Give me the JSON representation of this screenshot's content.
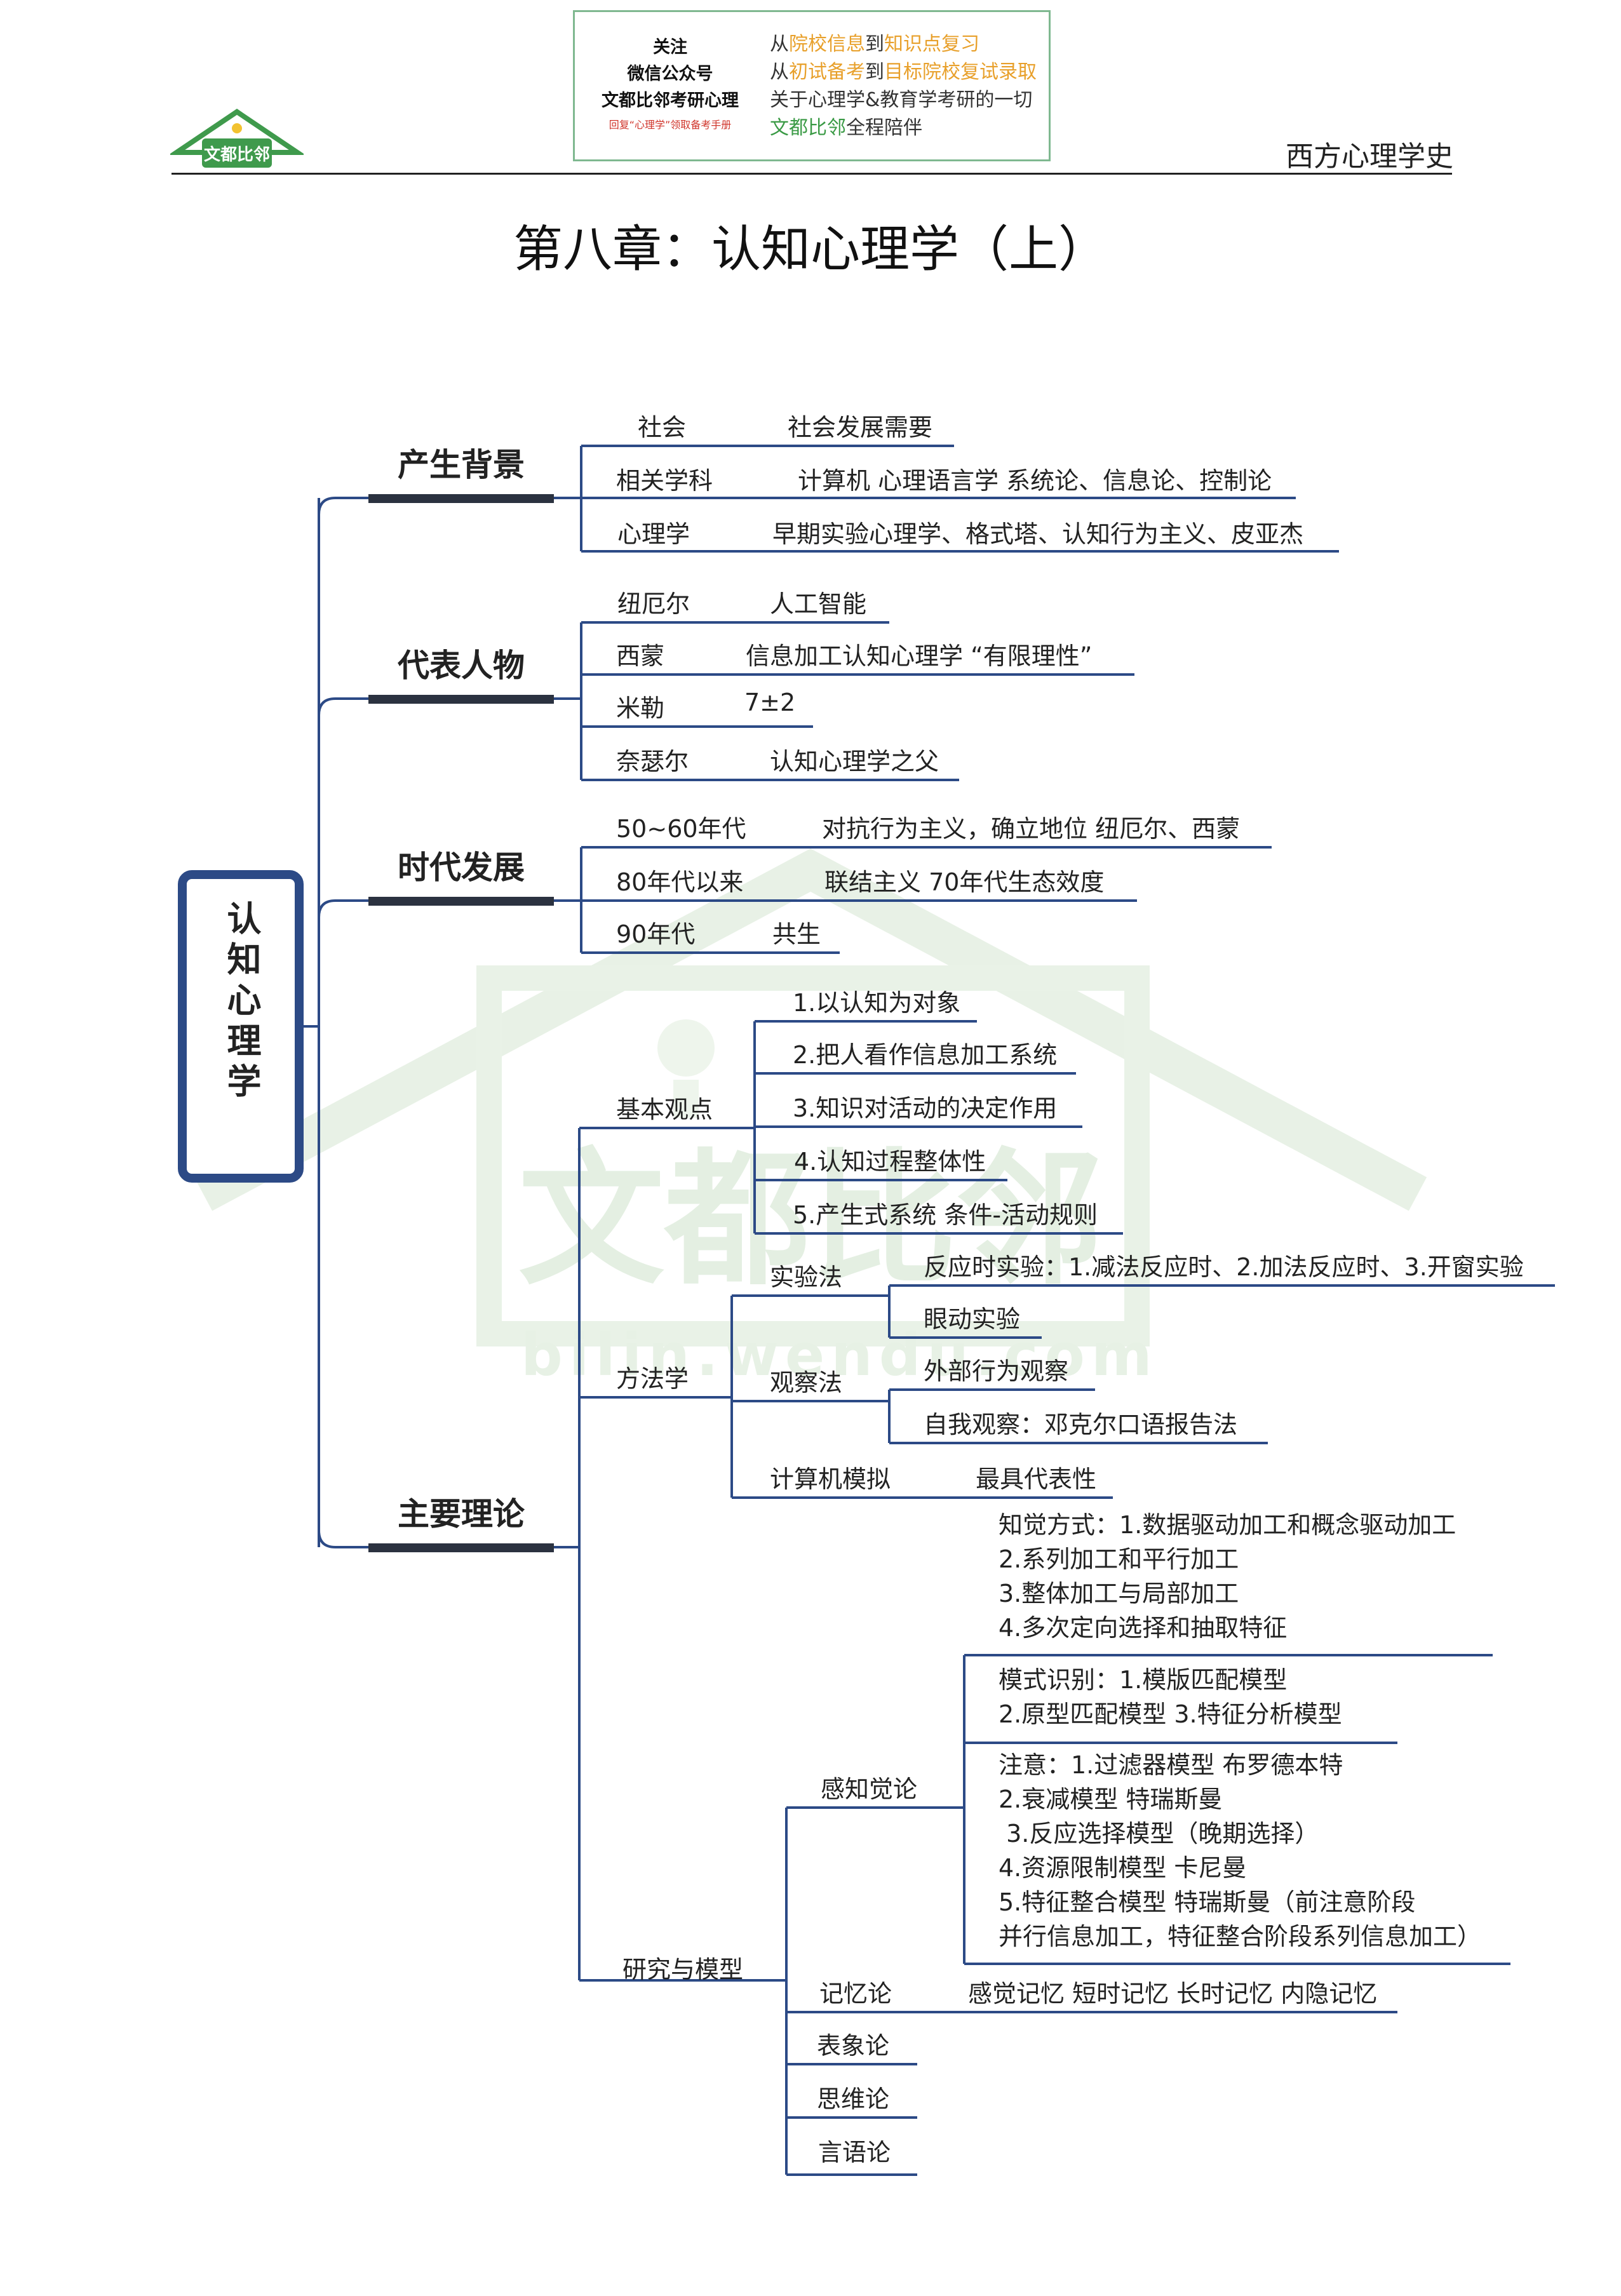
{
  "header": {
    "ad_left": [
      "关注",
      "微信公众号",
      "文都比邻考研心理"
    ],
    "ad_small": "回复“心理学”领取备考手册",
    "ad_right": [
      {
        "pre": "从",
        "h1": "院校信息",
        "mid": "到",
        "h2": "知识点复习",
        "post": ""
      },
      {
        "pre": "从",
        "h1": "初试备考",
        "mid": "到",
        "h2": "目标院校复试录取",
        "post": ""
      },
      {
        "pre": "关于心理学&教育学考研的一切",
        "h1": "",
        "mid": "",
        "h2": "",
        "post": ""
      },
      {
        "pre": "",
        "h1": "文都比邻",
        "mid": "",
        "h2": "",
        "post": "全程陪伴"
      }
    ],
    "logo_text": "文都比邻",
    "right_text": "西方心理学史"
  },
  "title": "第八章：认知心理学（上）",
  "watermark": "bilin.wendu.com",
  "watermark_logo": "文都比邻",
  "root": "认知心理学",
  "branches": {
    "b1": {
      "title": "产生背景",
      "items": [
        {
          "k": "社会",
          "v": "社会发展需要"
        },
        {
          "k": "相关学科",
          "v": "计算机 心理语言学 系统论、信息论、控制论"
        },
        {
          "k": "心理学",
          "v": "早期实验心理学、格式塔、认知行为主义、皮亚杰"
        }
      ]
    },
    "b2": {
      "title": "代表人物",
      "items": [
        {
          "k": "纽厄尔",
          "v": "人工智能"
        },
        {
          "k": "西蒙",
          "v": "信息加工认知心理学  “有限理性”"
        },
        {
          "k": "米勒",
          "v": "7±2"
        },
        {
          "k": "奈瑟尔",
          "v": "认知心理学之父"
        }
      ]
    },
    "b3": {
      "title": "时代发展",
      "items": [
        {
          "k": "50~60年代",
          "v": "对抗行为主义，确立地位 纽厄尔、西蒙"
        },
        {
          "k": "80年代以来",
          "v": "联结主义  70年代生态效度"
        },
        {
          "k": "90年代",
          "v": "共生"
        }
      ]
    },
    "b4": {
      "title": "主要理论",
      "basic": {
        "label": "基本观点",
        "items": [
          "1.以认知为对象",
          "2.把人看作信息加工系统",
          "3.知识对活动的决定作用",
          "4.认知过程整体性",
          "5.产生式系统 条件-活动规则"
        ]
      },
      "method": {
        "label": "方法学",
        "exp": {
          "label": "实验法",
          "items": [
            "反应时实验：1.减法反应时、2.加法反应时、3.开窗实验",
            "眼动实验"
          ]
        },
        "obs": {
          "label": "观察法",
          "items": [
            "外部行为观察",
            "自我观察：邓克尔口语报告法"
          ]
        },
        "sim": {
          "label": "计算机模拟",
          "value": "最具代表性"
        }
      },
      "research": {
        "label": "研究与模型",
        "perception": {
          "label": "感知觉论",
          "groups": [
            [
              "知觉方式：1.数据驱动加工和概念驱动加工",
              "2.系列加工和平行加工",
              "3.整体加工与局部加工",
              "4.多次定向选择和抽取特征"
            ],
            [
              "模式识别：1.模版匹配模型",
              "2.原型匹配模型 3.特征分析模型"
            ],
            [
              "注意：1.过滤器模型 布罗德本特",
              "2.衰减模型 特瑞斯曼",
              " 3.反应选择模型（晚期选择）",
              "4.资源限制模型 卡尼曼",
              "5.特征整合模型 特瑞斯曼（前注意阶段",
              "并行信息加工，特征整合阶段系列信息加工）"
            ]
          ]
        },
        "memory": {
          "label": "记忆论",
          "value": "感觉记忆 短时记忆 长时记忆 内隐记忆"
        },
        "imagery": {
          "label": "表象论"
        },
        "thinking": {
          "label": "思维论"
        },
        "language": {
          "label": "言语论"
        }
      }
    }
  },
  "colors": {
    "line": "#2c4a86",
    "heavy_bar": "#2b3240",
    "ad_border": "#7fb890",
    "ad_highlight_orange": "#e8a02b",
    "ad_highlight_green": "#3a9a45",
    "watermark": "#e7f1e5",
    "logo_green": "#3f9a4c"
  }
}
